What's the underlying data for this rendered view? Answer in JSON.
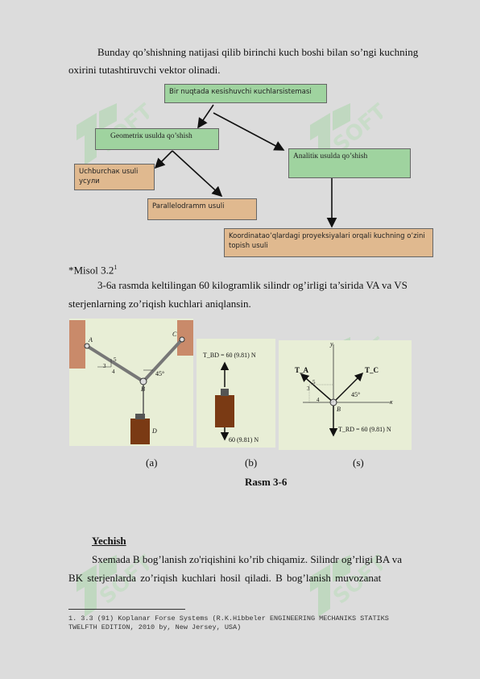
{
  "intro": {
    "line1": "Bunday qo’shishning natijasi qilib birinchi kuch boshi bilan so’ngi kuchning",
    "line2": "oxirini tutashtiruvchi vektor olinadi."
  },
  "diagram": {
    "root": "Bir nuqtada кesishuvchi кuchlarsistemasi",
    "geometric": "Geometriк usulda qo’shish",
    "analytic": "Analitiк usulda qo’shish",
    "triangle": "Uchburchaк usuli усули",
    "parallelogram": "Parallelodramm usuli",
    "projection": "Koordinataо’qlardagi proyeksiyalari orqali kuchning o’zini topish usuli"
  },
  "example": {
    "title": "*Misol 3.2",
    "sup": "1",
    "line1": "3-6a rasmda keltilingan 60 kilogramlik silindr og’irligi ta’sirida VA va VS",
    "line2": "sterjenlarning zo’riqish kuchlari aniqlansin."
  },
  "figure": {
    "a": {
      "A": "A",
      "B": "B",
      "C": "C",
      "D": "D",
      "angle": "45°",
      "r3": "3",
      "r4": "4",
      "r5": "5"
    },
    "b": {
      "top": "T_BD = 60 (9.81) N",
      "bottom": "60 (9.81) N"
    },
    "c": {
      "y": "y",
      "x": "x",
      "TA": "T_A",
      "TC": "T_C",
      "B": "B",
      "angle": "45°",
      "r3": "3",
      "r4": "4",
      "r5": "5",
      "trd": "T_RD = 60 (9.81) N"
    },
    "labels": [
      "(a)",
      "(b)",
      "(s)"
    ],
    "caption": "Rasm 3-6"
  },
  "solution": {
    "heading": "Yechish",
    "line1": "Sxemada  B  bog’lanish zo'riqishini ko’rib chiqamiz. Silindr og’rligi BA va",
    "line2": "BK  sterjenlarda  zo’riqish  kuchlari  hosil  qiladi.  B  bog’lanish  muvozanat"
  },
  "footnote": {
    "line1": "1. 3.3 (91) Koplanar Forse Systems (R.K.Hibbeler ENGINEERING MECHANIKS STATIKS",
    "line2": "TWELFTH EDITION, 2010 by, New Jersey, USA)"
  },
  "watermark": {
    "text": "SOFT"
  },
  "colors": {
    "page": "#dcdcdc",
    "green_box": "#9fd39f",
    "tan_box": "#e0b98f",
    "figure_bg": "#e8eed6",
    "watermark": "#9fd39f"
  }
}
